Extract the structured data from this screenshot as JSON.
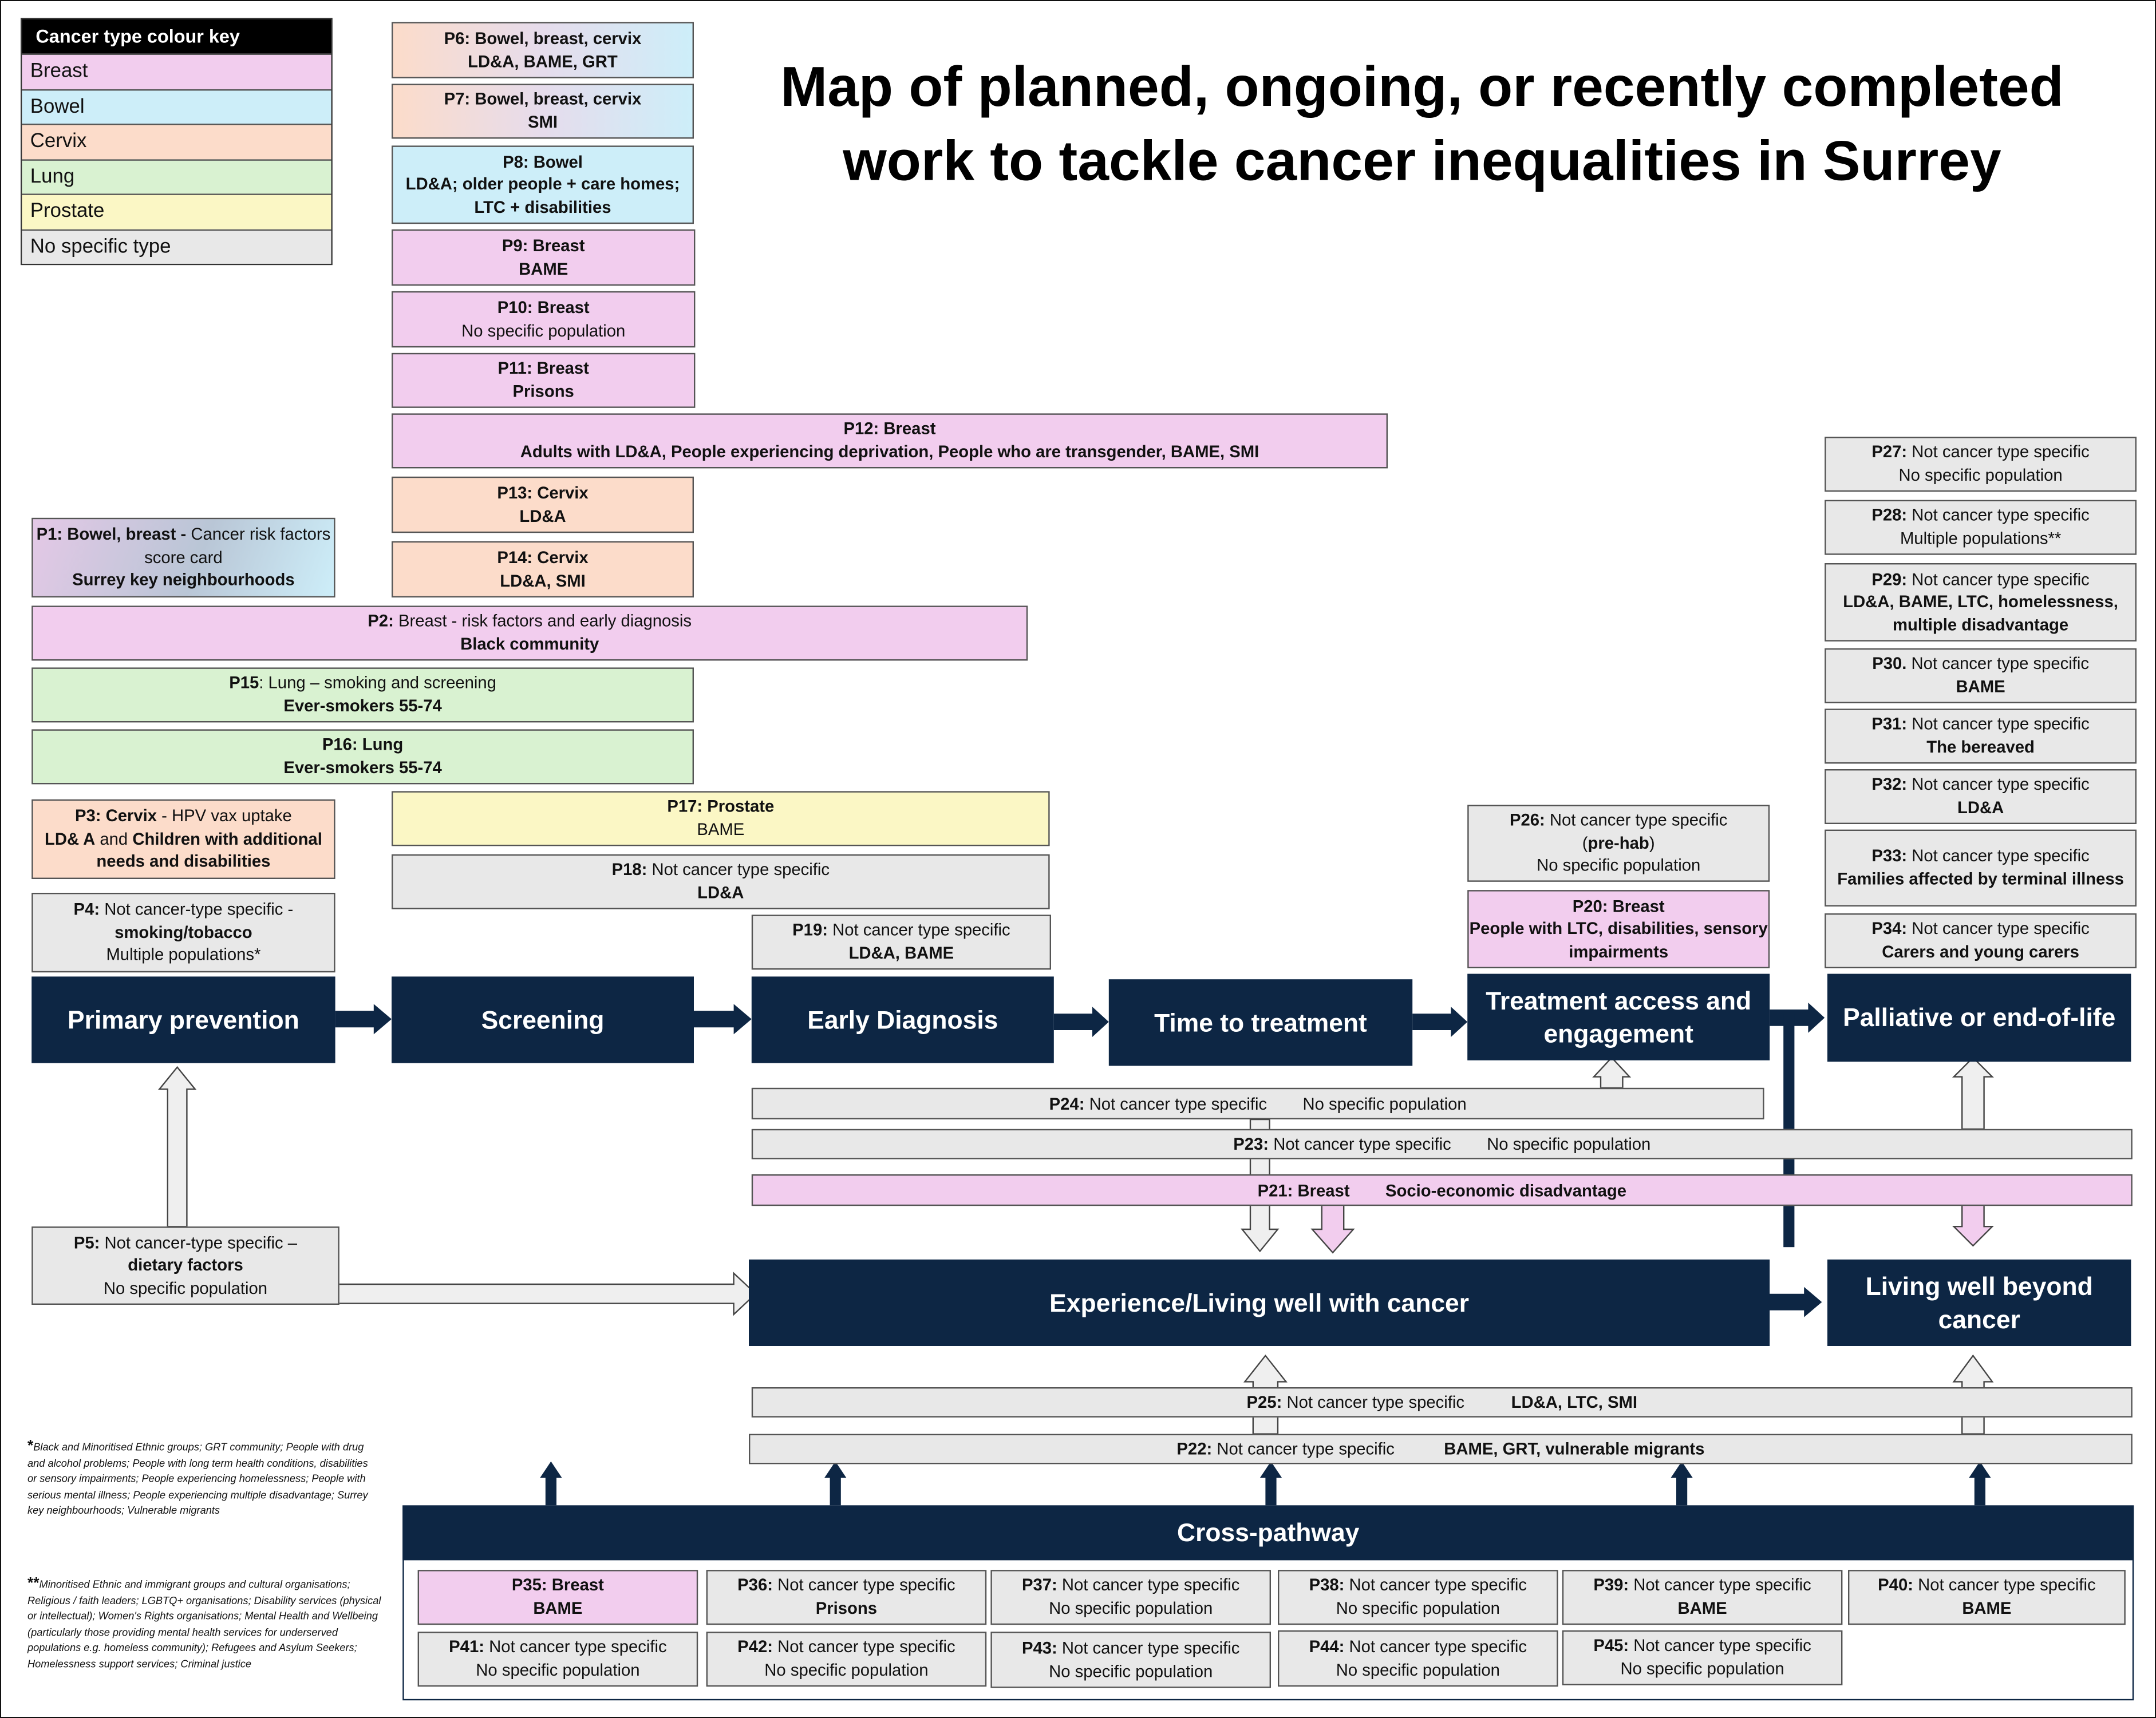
{
  "title": "Map of planned, ongoing, or recently completed work to tackle cancer inequalities in Surrey",
  "legend": {
    "heading": "Cancer type colour key",
    "items": [
      {
        "label": "Breast",
        "color": "#f2cdee"
      },
      {
        "label": "Bowel",
        "color": "#cdeef9"
      },
      {
        "label": "Cervix",
        "color": "#fcdcca"
      },
      {
        "label": "Lung",
        "color": "#d9f2d1"
      },
      {
        "label": "Prostate",
        "color": "#fbf7c5"
      },
      {
        "label": "No specific type",
        "color": "#e8e8e8"
      }
    ]
  },
  "stages": {
    "primary": "Primary prevention",
    "screening": "Screening",
    "early": "Early Diagnosis",
    "time": "Time to treatment",
    "treatment": "Treatment access and engagement",
    "palliative": "Palliative or end-of-life",
    "experience": "Experience/Living well with cancer",
    "beyond": "Living well beyond cancer",
    "cross": "Cross-pathway"
  },
  "projects": {
    "p1": {
      "id": "P1: Bowel, breast -",
      "type": " Cancer risk factors score card",
      "pop": "Surrey key neighbourhoods"
    },
    "p2": {
      "id": "P2:",
      "type": " Breast - risk factors and early diagnosis",
      "pop": "Black community"
    },
    "p3": {
      "id": "P3: Cervix",
      "type": " -  HPV vax uptake",
      "pop1": "LD& A",
      "and": " and ",
      "pop2": "Children with additional needs and disabilities"
    },
    "p4": {
      "id": "P4:",
      "type": " Not cancer-type specific -",
      "sub": "smoking/tobacco",
      "pop": "Multiple populations*"
    },
    "p5": {
      "id": "P5:",
      "type": "  Not cancer-type specific –",
      "sub": "dietary factors",
      "pop": "No specific population"
    },
    "p6": {
      "id": "P6: Bowel, breast, cervix",
      "pop": "LD&A, BAME, GRT"
    },
    "p7": {
      "id": "P7: Bowel, breast, cervix",
      "pop": "SMI"
    },
    "p8": {
      "id": "P8: Bowel",
      "pop": "LD&A;  older people + care homes; LTC + disabilities"
    },
    "p9": {
      "id": "P9: Breast",
      "pop": "BAME"
    },
    "p10": {
      "id": "P10: Breast",
      "pop": "No specific population"
    },
    "p11": {
      "id": "P11: Breast",
      "pop": "Prisons"
    },
    "p12": {
      "id": "P12: Breast",
      "pop": "Adults with LD&A, People experiencing deprivation, People who are transgender, BAME, SMI"
    },
    "p13": {
      "id": "P13: Cervix",
      "pop": "LD&A"
    },
    "p14": {
      "id": "P14: Cervix",
      "pop": "LD&A, SMI"
    },
    "p15": {
      "id": "P15",
      "type": ": Lung – smoking and screening",
      "pop": "Ever-smokers 55-74"
    },
    "p16": {
      "id": "P16: Lung",
      "pop": "Ever-smokers 55-74"
    },
    "p17": {
      "id": "P17: Prostate",
      "pop": "BAME"
    },
    "p18": {
      "id": "P18:",
      "type": " Not cancer type specific",
      "pop": "LD&A"
    },
    "p19": {
      "id": "P19:",
      "type": " Not cancer type specific",
      "pop": "LD&A, BAME"
    },
    "p20": {
      "id": "P20: Breast",
      "pop": "People with LTC, disabilities, sensory impairments"
    },
    "p21": {
      "id": "P21: Breast",
      "pop": "Socio-economic disadvantage"
    },
    "p22": {
      "id": "P22:",
      "type": " Not cancer type specific",
      "pop": "BAME, GRT, vulnerable migrants"
    },
    "p23": {
      "id": "P23:",
      "type": " Not cancer type specific",
      "pop": "No specific population"
    },
    "p24": {
      "id": "P24:",
      "type": " Not cancer type specific",
      "pop": "No specific population"
    },
    "p25": {
      "id": "P25:",
      "type": " Not cancer type specific",
      "pop": "LD&A, LTC, SMI"
    },
    "p26": {
      "id": "P26:",
      "type": " Not cancer type specific",
      "sub": "pre-hab",
      "open": "(",
      "close": ")",
      "pop": "No specific population"
    },
    "p27": {
      "id": "P27:",
      "type": " Not cancer type specific",
      "pop": "No specific population"
    },
    "p28": {
      "id": "P28:",
      "type": " Not cancer type specific",
      "pop": "Multiple populations**"
    },
    "p29": {
      "id": "P29:",
      "type": " Not cancer type specific",
      "pop": "LD&A, BAME, LTC, homelessness, multiple disadvantage"
    },
    "p30": {
      "id": "P30.",
      "type": " Not cancer type specific",
      "pop": "BAME"
    },
    "p31": {
      "id": "P31:",
      "type": " Not cancer type specific",
      "pop": "The bereaved"
    },
    "p32": {
      "id": "P32:",
      "type": " Not cancer type specific",
      "pop": "LD&A"
    },
    "p33": {
      "id": "P33:",
      "type": " Not cancer type specific",
      "pop": "Families affected by terminal illness"
    },
    "p34": {
      "id": "P34:",
      "type": " Not cancer type specific",
      "pop": "Carers and young carers"
    },
    "p35": {
      "id": "P35: Breast",
      "pop": "BAME"
    },
    "p36": {
      "id": "P36:",
      "type": " Not cancer type specific",
      "pop": "Prisons"
    },
    "p37": {
      "id": "P37:",
      "type": " Not cancer type specific",
      "pop": "No specific population"
    },
    "p38": {
      "id": "P38:",
      "type": " Not cancer type specific",
      "pop": "No specific population"
    },
    "p39": {
      "id": "P39:",
      "type": " Not cancer type specific",
      "pop": "BAME"
    },
    "p40": {
      "id": "P40:",
      "type": " Not cancer type specific",
      "pop": "BAME"
    },
    "p41": {
      "id": "P41:",
      "type": " Not cancer type specific",
      "pop": "No specific population"
    },
    "p42": {
      "id": "P42:",
      "type": " Not cancer type specific",
      "pop": "No specific population"
    },
    "p43": {
      "id": "P43:",
      "type": " Not cancer type specific",
      "pop": "No specific population"
    },
    "p44": {
      "id": "P44:",
      "type": " Not cancer type specific",
      "pop": "No specific population"
    },
    "p45": {
      "id": "P45:",
      "type": " Not cancer type specific",
      "pop": "No specific population"
    }
  },
  "footnotes": {
    "star1": "*",
    "note1": "Black and Minoritised Ethnic groups; GRT community; People with drug and alcohol problems; People with long term health conditions, disabilities or sensory impairments; People experiencing homelessness; People with serious mental illness; People experiencing multiple disadvantage; Surrey key neighbourhoods; Vulnerable migrants",
    "star2": "**",
    "note2": "Minoritised Ethnic and immigrant groups and  cultural organisations; Religious / faith leaders; LGBTQ+ organisations; Disability services (physical or intellectual); Women's Rights organisations; Mental Health and Wellbeing (particularly those providing mental health services for underserved populations e.g. homeless community); Refugees and Asylum Seekers; Homelessness support services; Criminal justice"
  },
  "colors": {
    "navy": "#0d2644",
    "breast": "#f2cdee",
    "bowel": "#cdeef9",
    "cervix": "#fcdcca",
    "lung": "#d9f2d1",
    "prostate": "#fbf7c5",
    "none": "#e8e8e8"
  }
}
